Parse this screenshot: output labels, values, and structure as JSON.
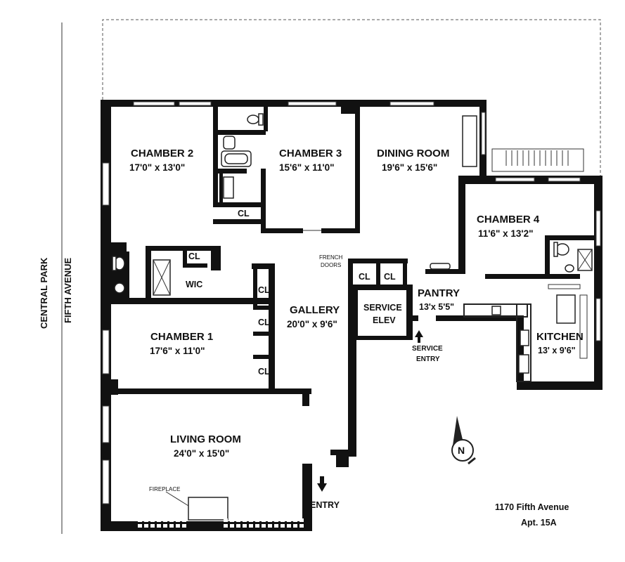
{
  "streets": {
    "park": "CENTRAL PARK",
    "avenue": "FIFTH AVENUE"
  },
  "rooms": {
    "chamber2": {
      "name": "CHAMBER 2",
      "dims": "17'0\" x 13'0\""
    },
    "chamber3": {
      "name": "CHAMBER 3",
      "dims": "15'6\" x 11'0\""
    },
    "dining": {
      "name": "DINING ROOM",
      "dims": "19'6\" x 15'6\""
    },
    "chamber4": {
      "name": "CHAMBER 4",
      "dims": "11'6\" x 13'2\""
    },
    "gallery": {
      "name": "GALLERY",
      "dims": "20'0\" x 9'6\""
    },
    "chamber1": {
      "name": "CHAMBER 1",
      "dims": "17'6\" x 11'0\""
    },
    "pantry": {
      "name": "PANTRY",
      "dims": "13'x 5'5\""
    },
    "kitchen": {
      "name": "KITCHEN",
      "dims": "13' x 9'6\""
    },
    "living": {
      "name": "LIVING ROOM",
      "dims": "24'0\" x 15'0\""
    }
  },
  "closets": {
    "cl": "CL",
    "wic": "WIC"
  },
  "service_elev": {
    "line1": "SERVICE",
    "line2": "ELEV"
  },
  "service_entry": {
    "line1": "SERVICE",
    "line2": "ENTRY"
  },
  "french_doors": {
    "line1": "FRENCH",
    "line2": "DOORS"
  },
  "fireplace": "FIREPLACE",
  "entry": "ENTRY",
  "compass": {
    "letter": "N",
    "icon": "compass-icon"
  },
  "address": {
    "line1": "1170 Fifth Avenue",
    "line2": "Apt. 15A"
  }
}
